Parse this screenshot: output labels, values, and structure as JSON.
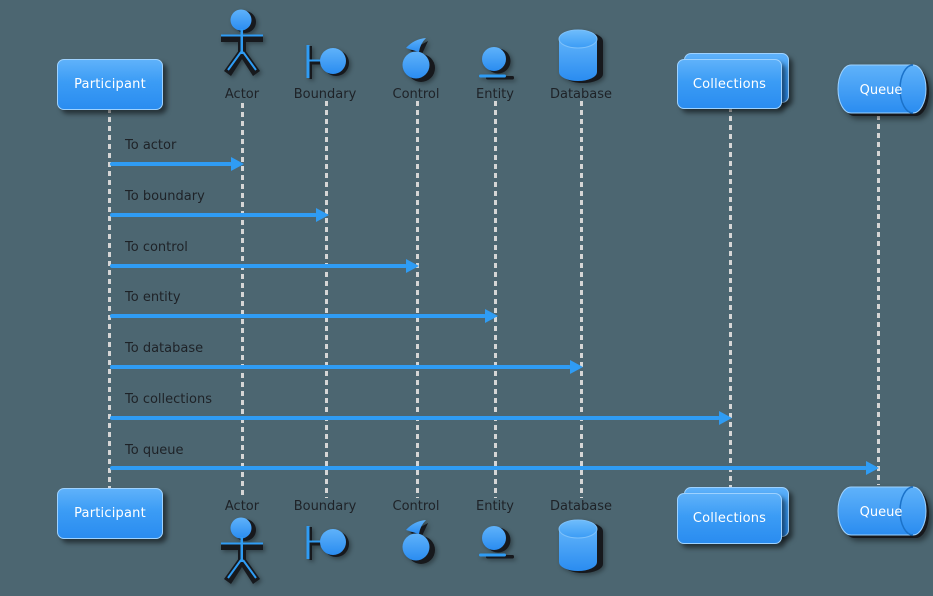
{
  "diagram_type": "uml-sequence",
  "colors": {
    "background": "#4C6671",
    "shape_blue": "#2F9CF4",
    "shape_blue_light": "#5FB2FA",
    "shape_blue_dark": "#2A8CF0",
    "shape_border": "#9ED2FF",
    "arrow": "#2F9CF4",
    "text_dark": "#1E2227",
    "text_light": "#FFFFFF",
    "lifeline": "#D6D6D6",
    "icon_shadow": "#17191D"
  },
  "lanes": [
    {
      "id": "participant",
      "type": "participant",
      "label": "Participant"
    },
    {
      "id": "actor",
      "type": "actor",
      "label": "Actor"
    },
    {
      "id": "boundary",
      "type": "boundary",
      "label": "Boundary"
    },
    {
      "id": "control",
      "type": "control",
      "label": "Control"
    },
    {
      "id": "entity",
      "type": "entity",
      "label": "Entity"
    },
    {
      "id": "database",
      "type": "database",
      "label": "Database"
    },
    {
      "id": "collections",
      "type": "collections",
      "label": "Collections"
    },
    {
      "id": "queue",
      "type": "queue",
      "label": "Queue"
    }
  ],
  "messages": [
    {
      "label": "To actor",
      "from": "participant",
      "to": "actor"
    },
    {
      "label": "To boundary",
      "from": "participant",
      "to": "boundary"
    },
    {
      "label": "To control",
      "from": "participant",
      "to": "control"
    },
    {
      "label": "To entity",
      "from": "participant",
      "to": "entity"
    },
    {
      "label": "To database",
      "from": "participant",
      "to": "database"
    },
    {
      "label": "To collections",
      "from": "participant",
      "to": "collections"
    },
    {
      "label": "To queue",
      "from": "participant",
      "to": "queue"
    }
  ]
}
